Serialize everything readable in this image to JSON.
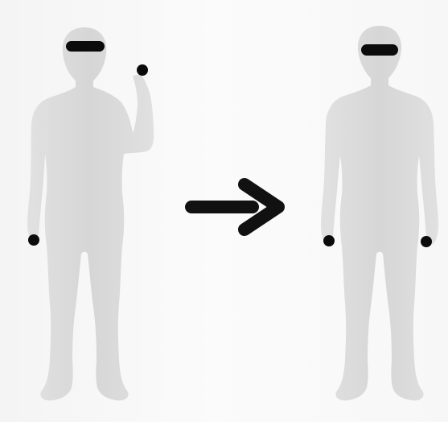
{
  "diagram": {
    "figures": [
      {
        "pose": "right-arm-raised",
        "headband": true,
        "markers": [
          "raised-right-hand",
          "left-hand-down"
        ]
      },
      {
        "pose": "arms-down",
        "headband": true,
        "markers": [
          "left-hand-down",
          "right-hand-down"
        ]
      }
    ],
    "transition": "arrow-right"
  },
  "colors": {
    "background": "#f7f7f7",
    "silhouette": "#d9d9d9",
    "marker": "#0b0b0b",
    "arrow": "#111111"
  },
  "icons": {
    "transition_arrow": "arrow-right-icon",
    "headband": "headband-icon",
    "marker": "dot-marker-icon"
  }
}
